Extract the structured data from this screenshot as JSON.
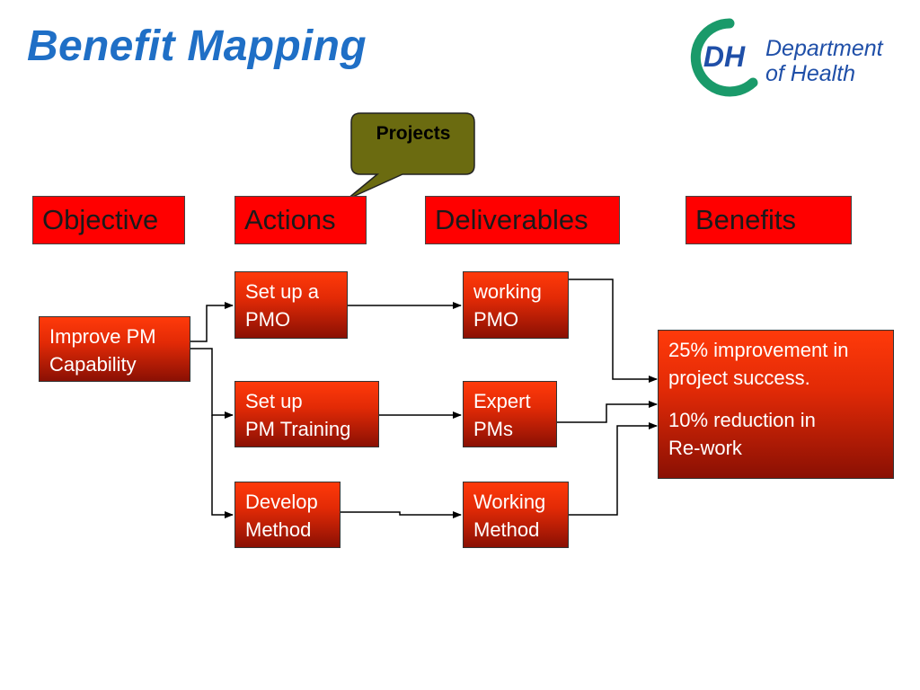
{
  "title": "Benefit Mapping",
  "logo": {
    "mark": "DH",
    "line1": "Department",
    "line2": "of Health"
  },
  "callout": {
    "label": "Projects"
  },
  "columns": {
    "objective": "Objective",
    "actions": "Actions",
    "deliverables": "Deliverables",
    "benefits": "Benefits"
  },
  "nodes": {
    "objective": {
      "line1": "Improve PM",
      "line2": "Capability"
    },
    "action_pmo": {
      "line1": "Set up a",
      "line2": "PMO"
    },
    "action_training": {
      "line1": "Set up",
      "line2": "PM Training"
    },
    "action_method": {
      "line1": "Develop",
      "line2": "Method"
    },
    "deliverable_pmo": {
      "line1": "working",
      "line2": "PMO"
    },
    "deliverable_pms": {
      "line1": "Expert",
      "line2": "PMs"
    },
    "deliverable_method": {
      "line1": "Working",
      "line2": "Method"
    },
    "benefit": {
      "line1": "25% improvement in",
      "line2": "project success.",
      "line3": "10% reduction in",
      "line4": "Re-work"
    }
  },
  "colors": {
    "title": "#1f6fc6",
    "header_fill": "#ff0000",
    "box_top": "#ff3a0a",
    "box_bottom": "#8a1004",
    "callout_fill": "#6b6b10",
    "logo_green": "#1a9a6a",
    "logo_blue": "#1f4fa8"
  }
}
